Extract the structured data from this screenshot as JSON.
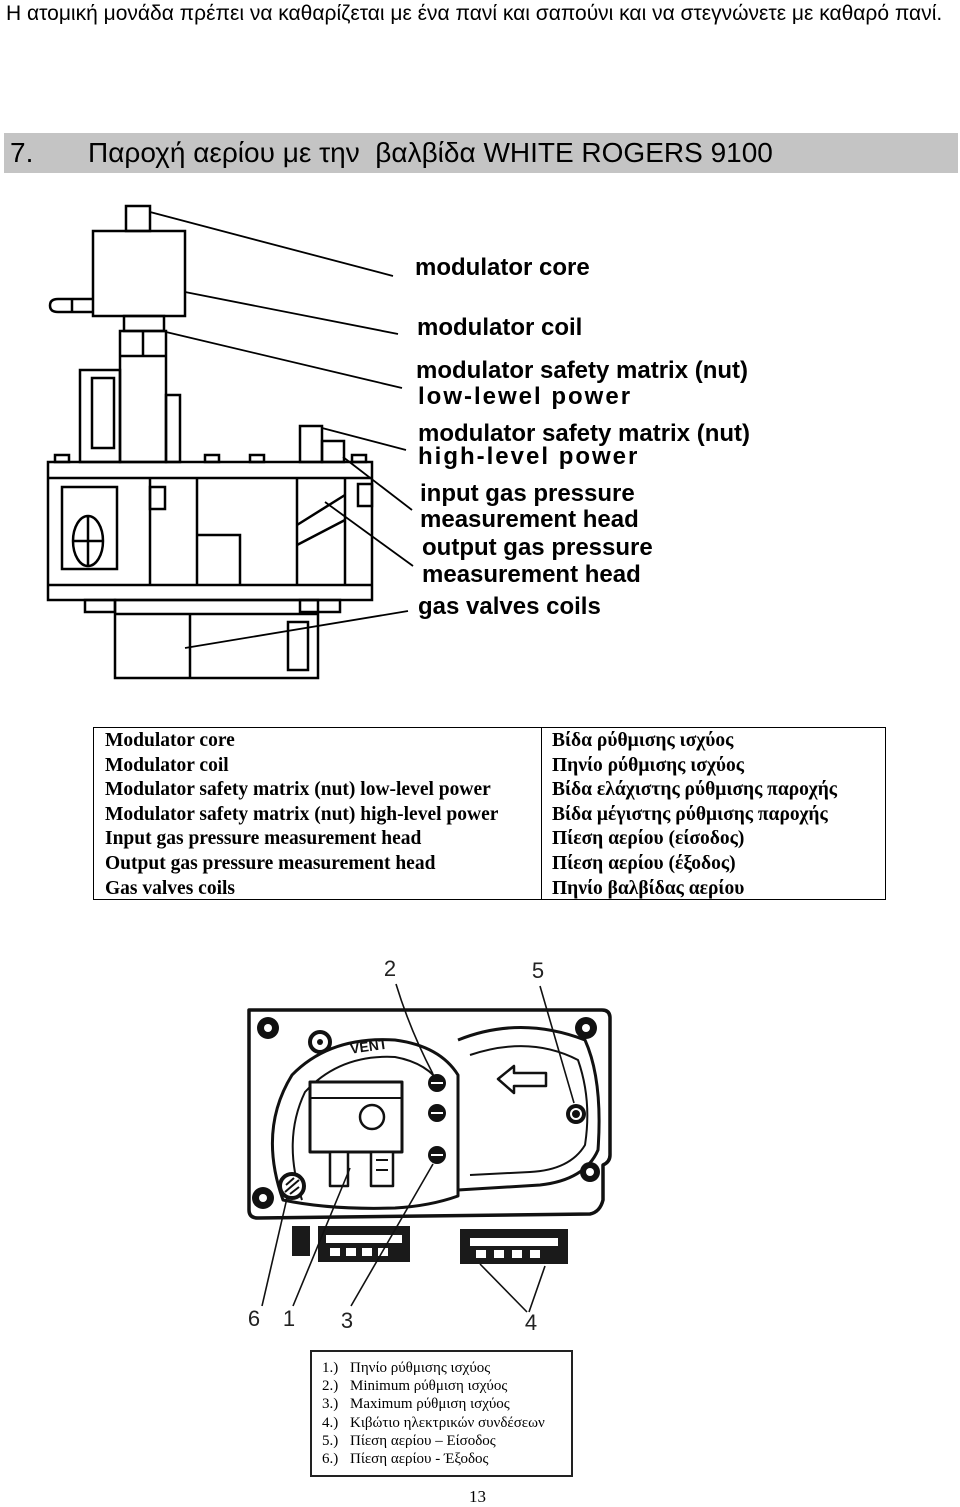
{
  "intro_text": "Η ατομική μονάδα πρέπει να καθαρίζεται με ένα πανί και σαπούνι και να στεγνώνετε με καθαρό πανί.",
  "section": {
    "number": "7.",
    "title": "Παροχή αερίου με την  βαλβίδα WHITE ROGERS 9100",
    "bar_color": "#c4c4c4"
  },
  "valve_diagram": {
    "labels": [
      "modulator core",
      "modulator coil",
      "modulator safety matrix (nut)",
      "low-lewel power",
      "modulator safety matrix (nut)",
      "high-level power",
      "input gas pressure",
      "measurement head",
      "output gas pressure",
      "measurement head",
      "gas valves coils"
    ]
  },
  "parts_table": {
    "rows": [
      {
        "en": "Modulator core",
        "el": "Βίδα ρύθμισης ισχύος"
      },
      {
        "en": "Modulator coil",
        "el": "Πηνίο ρύθμισης ισχύος"
      },
      {
        "en": "Modulator safety matrix (nut) low-level power",
        "el": "Βίδα ελάχιστης ρύθμισης παροχής"
      },
      {
        "en": "Modulator safety matrix (nut) high-level power",
        "el": "Βίδα μέγιστης ρύθμισης παροχής"
      },
      {
        "en": "Input gas pressure measurement head",
        "el": "Πίεση αερίου (είσοδος)"
      },
      {
        "en": "Output gas pressure measurement head",
        "el": "Πίεση αερίου (έξοδος)"
      },
      {
        "en": "Gas valves coils",
        "el": "Πηνίο βαλβίδας αερίου"
      }
    ]
  },
  "component_diagram": {
    "vent_marking": "VENT",
    "callouts": [
      "2",
      "5",
      "6",
      "1",
      "3",
      "4"
    ]
  },
  "legend": {
    "items": [
      {
        "number": "1.)",
        "text": "Πηνίο ρύθμισης ισχύος"
      },
      {
        "number": "2.)",
        "text": "Minimum ρύθμιση ισχύος"
      },
      {
        "number": "3.)",
        "text": "Maximum ρύθμιση ισχύος"
      },
      {
        "number": "4.)",
        "text": "Κιβώτιο ηλεκτρικών συνδέσεων"
      },
      {
        "number": "5.)",
        "text": "Πίεση αερίου – Είσοδος"
      },
      {
        "number": "6.)",
        "text": "Πίεση αερίου - Έξοδος"
      }
    ]
  },
  "page_number": "13"
}
